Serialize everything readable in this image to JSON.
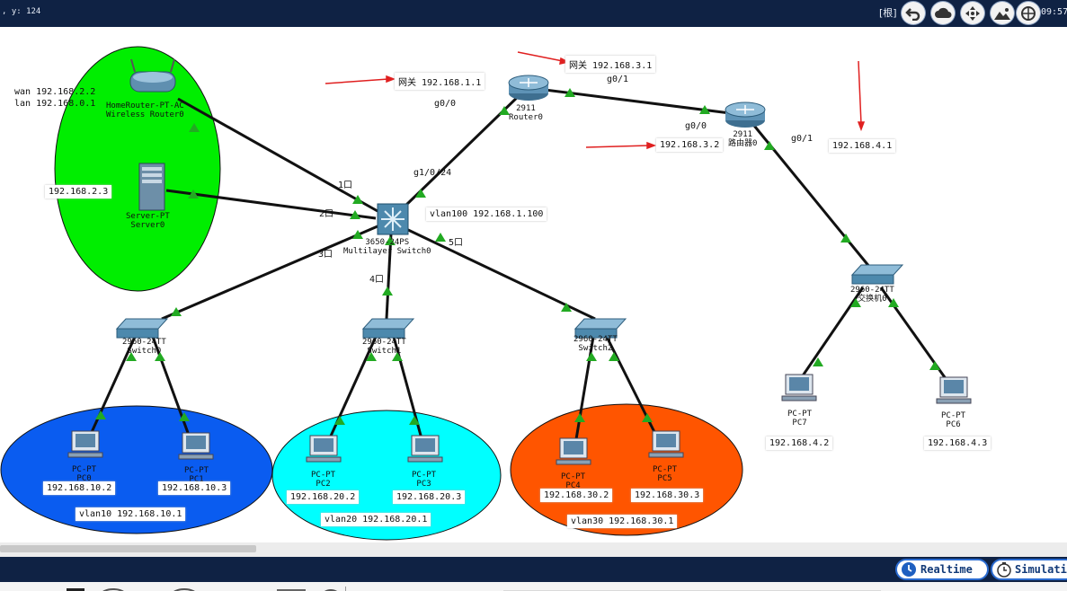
{
  "topbar": {
    "coord_text": ", y: 124",
    "root_label": "[根]",
    "clock": "09:57",
    "buttons": [
      "undo-icon",
      "cloud-icon",
      "move-icon",
      "picture-icon",
      "network-icon"
    ]
  },
  "devices": {
    "router0": {
      "model": "2911",
      "name": "Router0"
    },
    "router1": {
      "model": "2911",
      "name": "路由器0"
    },
    "wireless": {
      "model": "HomeRouter-PT-AC",
      "name": "Wireless Router0"
    },
    "server": {
      "model": "Server-PT",
      "name": "Server0"
    },
    "mlswitch": {
      "model": "3650-24PS",
      "name": "Multilayer Switch0"
    },
    "switch0": {
      "model": "2960-24TT",
      "name": "Switch0"
    },
    "switch1": {
      "model": "2960-24TT",
      "name": "Switch1"
    },
    "switch2": {
      "model": "2960-24TT",
      "name": "Switch2"
    },
    "switch3": {
      "model": "2960-24TT",
      "name": "交换机0"
    },
    "pc0": {
      "model": "PC-PT",
      "name": "PC0"
    },
    "pc1": {
      "model": "PC-PT",
      "name": "PC1"
    },
    "pc2": {
      "model": "PC-PT",
      "name": "PC2"
    },
    "pc3": {
      "model": "PC-PT",
      "name": "PC3"
    },
    "pc4": {
      "model": "PC-PT",
      "name": "PC4"
    },
    "pc5": {
      "model": "PC-PT",
      "name": "PC5"
    },
    "pc6": {
      "model": "PC-PT",
      "name": "PC6"
    },
    "pc7": {
      "model": "PC-PT",
      "name": "PC7"
    }
  },
  "notes": {
    "wan": "wan  192.168.2.2",
    "lan": "lan  192.168.0.1",
    "server_ip": "192.168.2.3",
    "gw1": "网关  192.168.1.1",
    "gw3": "网关  192.168.3.1",
    "r0_g00": "g0/0",
    "r0_g01": "g0/1",
    "r1_g00": "g0/0",
    "r1_g01": "g0/1",
    "r1_ip": "192.168.3.2",
    "net4_gw": "192.168.4.1",
    "ml_g1024": "g1/0/24",
    "vlan100": "vlan100  192.168.1.100",
    "port1": "1口",
    "port2": "2口",
    "port3": "3口",
    "port4": "4口",
    "port5": "5口",
    "pc0_ip": "192.168.10.2",
    "pc1_ip": "192.168.10.3",
    "vlan10": "vlan10  192.168.10.1",
    "pc2_ip": "192.168.20.2",
    "pc3_ip": "192.168.20.3",
    "vlan20": "vlan20  192.168.20.1",
    "pc4_ip": "192.168.30.2",
    "pc5_ip": "192.168.30.3",
    "vlan30": "vlan30  192.168.30.1",
    "pc7_ip": "192.168.4.2",
    "pc6_ip": "192.168.4.3"
  },
  "colors": {
    "green_area": "#00ee00",
    "blue_area": "#0a5cf0",
    "cyan_area": "#00ffff",
    "orange_area": "#ff5500",
    "link_up": "#22aa22",
    "arrow": "#e02020"
  },
  "bottombar": {
    "realtime": "Realtime",
    "simulation": "Simulati"
  }
}
